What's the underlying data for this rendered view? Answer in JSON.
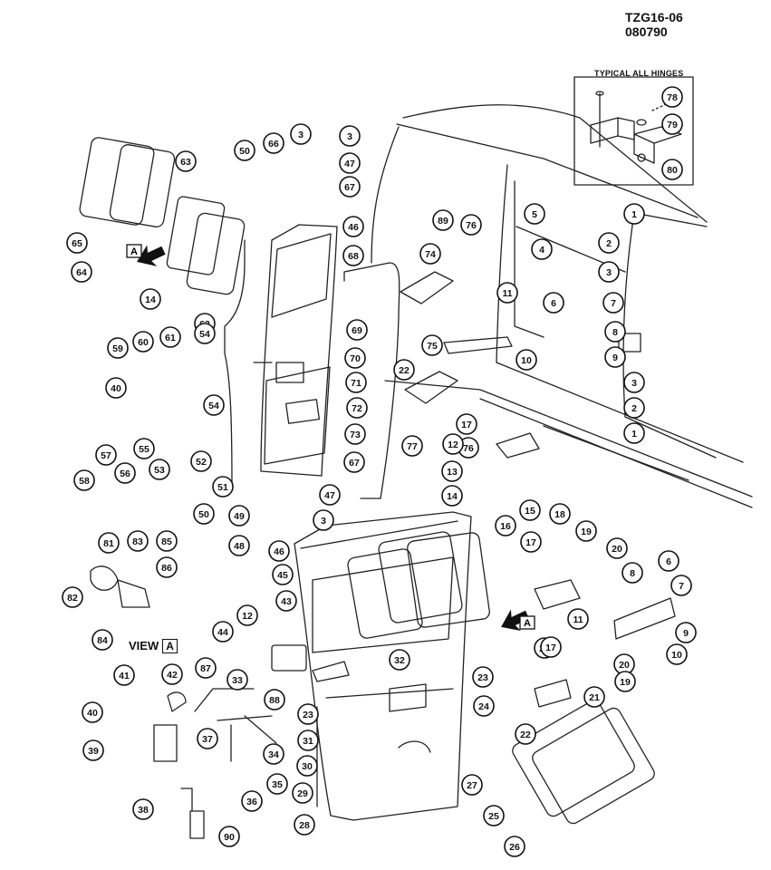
{
  "header": {
    "code": "TZG16-06",
    "date": "080790"
  },
  "inset": {
    "title": "TYPICAL ALL HINGES"
  },
  "view": {
    "label": "VIEW",
    "letter": "A"
  },
  "arrow_marker": "A",
  "callouts": [
    {
      "n": "50"
    },
    {
      "n": "66"
    },
    {
      "n": "3"
    },
    {
      "n": "3"
    },
    {
      "n": "47"
    },
    {
      "n": "67"
    },
    {
      "n": "63"
    },
    {
      "n": "65"
    },
    {
      "n": "64"
    },
    {
      "n": "14"
    },
    {
      "n": "46"
    },
    {
      "n": "68"
    },
    {
      "n": "89"
    },
    {
      "n": "76"
    },
    {
      "n": "74"
    },
    {
      "n": "5"
    },
    {
      "n": "4"
    },
    {
      "n": "1"
    },
    {
      "n": "2"
    },
    {
      "n": "3"
    },
    {
      "n": "62"
    },
    {
      "n": "54"
    },
    {
      "n": "61"
    },
    {
      "n": "60"
    },
    {
      "n": "59"
    },
    {
      "n": "40"
    },
    {
      "n": "69"
    },
    {
      "n": "11"
    },
    {
      "n": "6"
    },
    {
      "n": "7"
    },
    {
      "n": "8"
    },
    {
      "n": "9"
    },
    {
      "n": "70"
    },
    {
      "n": "71"
    },
    {
      "n": "72"
    },
    {
      "n": "22"
    },
    {
      "n": "75"
    },
    {
      "n": "10"
    },
    {
      "n": "3"
    },
    {
      "n": "2"
    },
    {
      "n": "1"
    },
    {
      "n": "54"
    },
    {
      "n": "57"
    },
    {
      "n": "56"
    },
    {
      "n": "55"
    },
    {
      "n": "53"
    },
    {
      "n": "52"
    },
    {
      "n": "58"
    },
    {
      "n": "73"
    },
    {
      "n": "17"
    },
    {
      "n": "76"
    },
    {
      "n": "77"
    },
    {
      "n": "12"
    },
    {
      "n": "15"
    },
    {
      "n": "51"
    },
    {
      "n": "67"
    },
    {
      "n": "13"
    },
    {
      "n": "47"
    },
    {
      "n": "49"
    },
    {
      "n": "50"
    },
    {
      "n": "3"
    },
    {
      "n": "14"
    },
    {
      "n": "16"
    },
    {
      "n": "48"
    },
    {
      "n": "81"
    },
    {
      "n": "83"
    },
    {
      "n": "85"
    },
    {
      "n": "86"
    },
    {
      "n": "82"
    },
    {
      "n": "84"
    },
    {
      "n": "46"
    },
    {
      "n": "45"
    },
    {
      "n": "17"
    },
    {
      "n": "18"
    },
    {
      "n": "19"
    },
    {
      "n": "20"
    },
    {
      "n": "8"
    },
    {
      "n": "6"
    },
    {
      "n": "7"
    },
    {
      "n": "12"
    },
    {
      "n": "43"
    },
    {
      "n": "44"
    },
    {
      "n": "11"
    },
    {
      "n": "9"
    },
    {
      "n": "22"
    },
    {
      "n": "10"
    },
    {
      "n": "32"
    },
    {
      "n": "17"
    },
    {
      "n": "20"
    },
    {
      "n": "41"
    },
    {
      "n": "42"
    },
    {
      "n": "87"
    },
    {
      "n": "33"
    },
    {
      "n": "23"
    },
    {
      "n": "19"
    },
    {
      "n": "88"
    },
    {
      "n": "21"
    },
    {
      "n": "40"
    },
    {
      "n": "23"
    },
    {
      "n": "24"
    },
    {
      "n": "37"
    },
    {
      "n": "31"
    },
    {
      "n": "22"
    },
    {
      "n": "34"
    },
    {
      "n": "39"
    },
    {
      "n": "30"
    },
    {
      "n": "27"
    },
    {
      "n": "35"
    },
    {
      "n": "29"
    },
    {
      "n": "36"
    },
    {
      "n": "25"
    },
    {
      "n": "38"
    },
    {
      "n": "28"
    },
    {
      "n": "90"
    },
    {
      "n": "26"
    },
    {
      "n": "78"
    },
    {
      "n": "79"
    },
    {
      "n": "80"
    }
  ]
}
